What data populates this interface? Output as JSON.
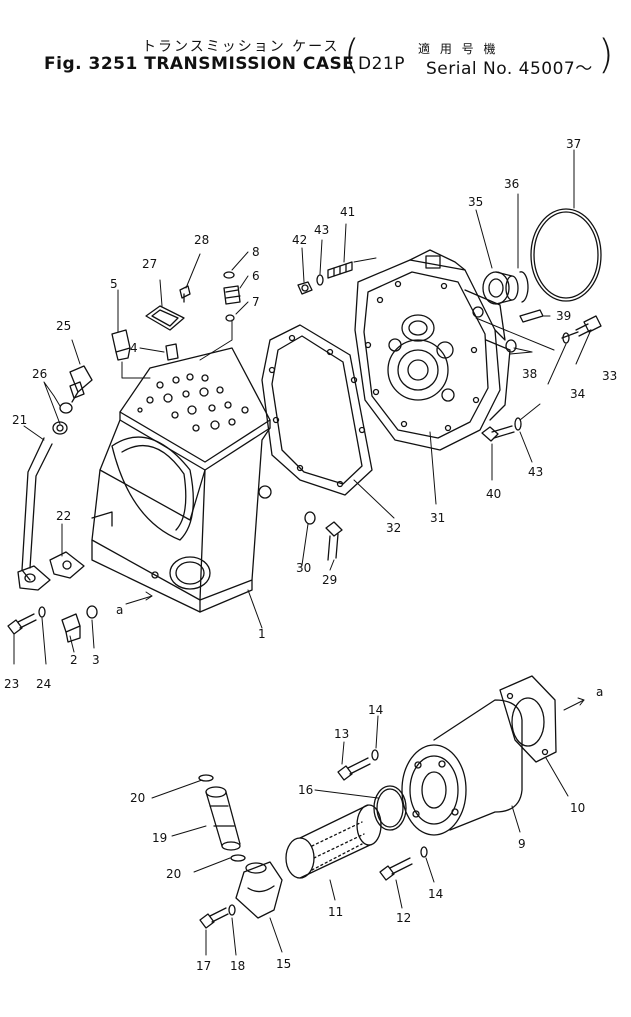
{
  "header": {
    "title_jp": "トランスミッション ケース",
    "applicable_jp": "適 用 号 機",
    "fig_title": "Fig. 3251 TRANSMISSION CASE",
    "model": "D21P",
    "serial": "Serial No. 45007～"
  },
  "callouts": {
    "c1": "1",
    "c2": "2",
    "c3": "3",
    "c4": "4",
    "c5": "5",
    "c6": "6",
    "c7": "7",
    "c8": "8",
    "c9": "9",
    "c10": "10",
    "c11": "11",
    "c12": "12",
    "c13": "13",
    "c14a": "14",
    "c14b": "14",
    "c15": "15",
    "c16": "16",
    "c17": "17",
    "c18": "18",
    "c19": "19",
    "c20a": "20",
    "c20b": "20",
    "c21": "21",
    "c22": "22",
    "c23": "23",
    "c24": "24",
    "c25": "25",
    "c26": "26",
    "c27": "27",
    "c28": "28",
    "c29": "29",
    "c30": "30",
    "c31": "31",
    "c32": "32",
    "c33": "33",
    "c34": "34",
    "c35": "35",
    "c36": "36",
    "c37": "37",
    "c38": "38",
    "c39": "39",
    "c40": "40",
    "c41": "41",
    "c42": "42",
    "c43a": "43",
    "c43b": "43",
    "view_a1": "a",
    "view_a2": "a"
  }
}
